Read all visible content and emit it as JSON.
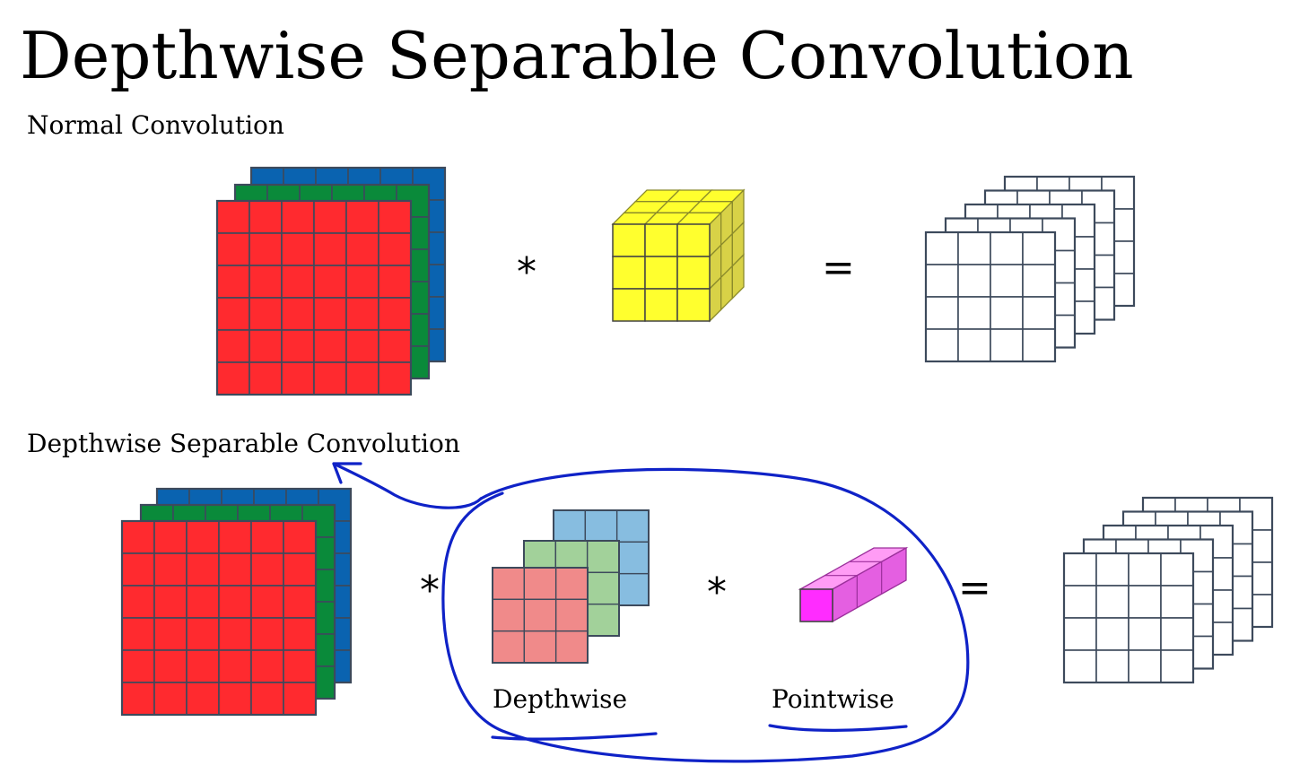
{
  "title": "Depthwise Separable Convolution",
  "sections": {
    "normal": {
      "label": "Normal Convolution"
    },
    "depthwise_separable": {
      "label": "Depthwise Separable Convolution"
    }
  },
  "operators": {
    "convolve": "*",
    "equals": "="
  },
  "labels": {
    "depthwise": "Depthwise",
    "pointwise": "Pointwise"
  },
  "colors": {
    "red_channel": "#ff2a2f",
    "green_channel": "#0a8a3a",
    "blue_channel": "#0a63b0",
    "kernel_yellow": "#ffff2e",
    "kernel_yellow_side": "#d8d247",
    "depthwise_red": "#f08a8a",
    "depthwise_green": "#a2d19a",
    "depthwise_blue": "#87bde0",
    "pointwise_magenta": "#ff2cff",
    "annotation_ink": "#0f22c7",
    "grid_line": "#3d4a5c"
  }
}
